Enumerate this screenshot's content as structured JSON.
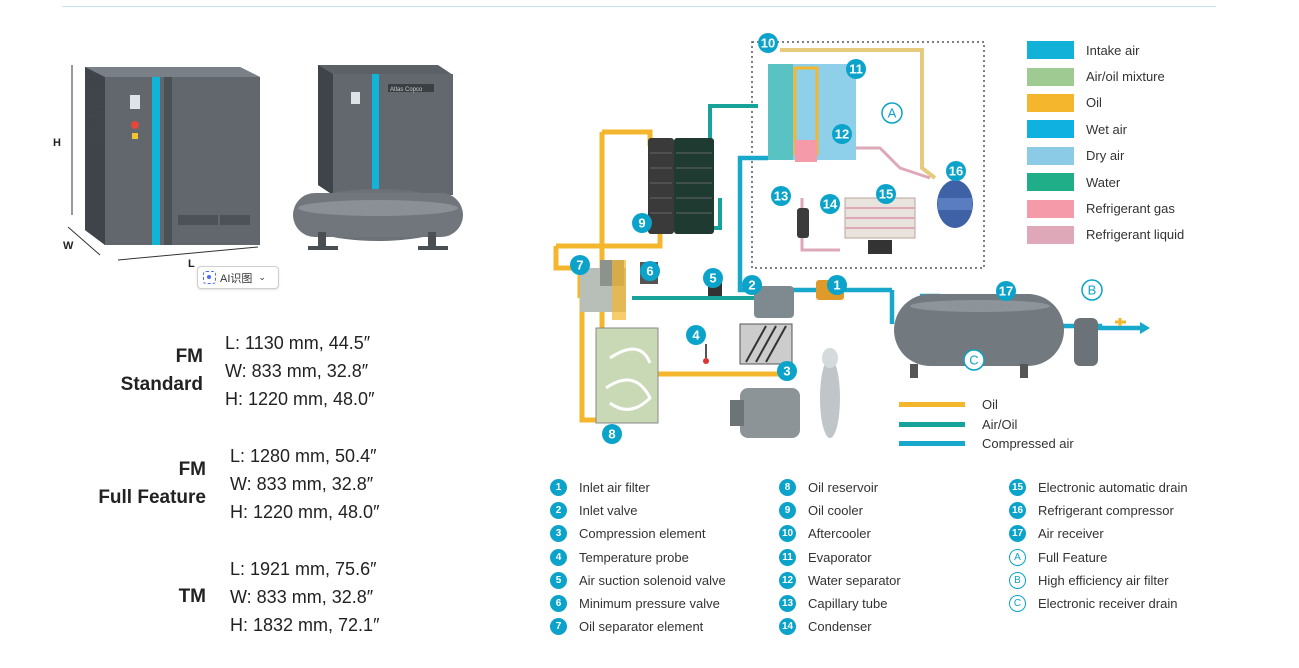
{
  "dimension_labels": {
    "height": "H",
    "width": "W",
    "length": "L"
  },
  "ai_badge": {
    "label": "AI识图",
    "chevron": "⌄"
  },
  "specs": [
    {
      "model_line1": "FM",
      "model_line2": "Standard",
      "l": "L: 1130 mm, 44.5″",
      "w": "W: 833 mm, 32.8″",
      "h": "H: 1220 mm, 48.0″"
    },
    {
      "model_line1": "FM",
      "model_line2": "Full Feature",
      "l": "L: 1280 mm, 50.4″",
      "w": "W:  833 mm, 32.8″",
      "h": "H: 1220 mm, 48.0″"
    },
    {
      "model_line1": "",
      "model_line2": "TM",
      "l": "L: 1921 mm, 75.6″",
      "w": "W: 833 mm, 32.8″",
      "h": "H: 1832 mm, 72.1″"
    }
  ],
  "flow_legend": [
    {
      "label": "Intake air",
      "color": "#12b2d8"
    },
    {
      "label": "Air/oil mixture",
      "color": "#9fcb92"
    },
    {
      "label": "Oil",
      "color": "#f3b62c"
    },
    {
      "label": "Wet air",
      "color": "#0fb1e1"
    },
    {
      "label": "Dry air",
      "color": "#8ccbe6"
    },
    {
      "label": "Water",
      "color": "#1fae87"
    },
    {
      "label": "Refrigerant gas",
      "color": "#f49aa8"
    },
    {
      "label": "Refrigerant liquid",
      "color": "#dea8b9"
    }
  ],
  "line_legend": [
    {
      "label": "Oil",
      "color": "#f3b62c"
    },
    {
      "label": "Air/Oil",
      "color": "#18a39a"
    },
    {
      "label": "Compressed air",
      "color": "#17a8cb"
    }
  ],
  "parts": [
    [
      {
        "id": "1",
        "label": "Inlet air filter"
      },
      {
        "id": "2",
        "label": "Inlet valve"
      },
      {
        "id": "3",
        "label": "Compression element"
      },
      {
        "id": "4",
        "label": "Temperature probe"
      },
      {
        "id": "5",
        "label": "Air suction solenoid valve"
      },
      {
        "id": "6",
        "label": "Minimum pressure valve"
      },
      {
        "id": "7",
        "label": "Oil separator element"
      }
    ],
    [
      {
        "id": "8",
        "label": "Oil reservoir"
      },
      {
        "id": "9",
        "label": "Oil cooler"
      },
      {
        "id": "10",
        "label": "Aftercooler"
      },
      {
        "id": "11",
        "label": "Evaporator"
      },
      {
        "id": "12",
        "label": "Water separator"
      },
      {
        "id": "13",
        "label": "Capillary tube"
      },
      {
        "id": "14",
        "label": "Condenser"
      }
    ],
    [
      {
        "id": "15",
        "label": "Electronic automatic drain"
      },
      {
        "id": "16",
        "label": "Refrigerant compressor"
      },
      {
        "id": "17",
        "label": "Air receiver"
      },
      {
        "id": "A",
        "label": "Full Feature",
        "outline": true
      },
      {
        "id": "B",
        "label": "High efficiency air filter",
        "outline": true
      },
      {
        "id": "C",
        "label": "Electronic receiver drain",
        "outline": true
      }
    ]
  ],
  "diagram_markers": {
    "m1": "1",
    "m2": "2",
    "m3": "3",
    "m4": "4",
    "m5": "5",
    "m6": "6",
    "m7": "7",
    "m8": "8",
    "m9": "9",
    "m10": "10",
    "m11": "11",
    "m12": "12",
    "m13": "13",
    "m14": "14",
    "m15": "15",
    "m16": "16",
    "m17": "17",
    "mA": "A",
    "mB": "B",
    "mC": "C"
  },
  "colors": {
    "accent": "#0ba3c9",
    "oil": "#f3b62c",
    "water": "#1fae87",
    "compressed": "#17a8cb"
  }
}
